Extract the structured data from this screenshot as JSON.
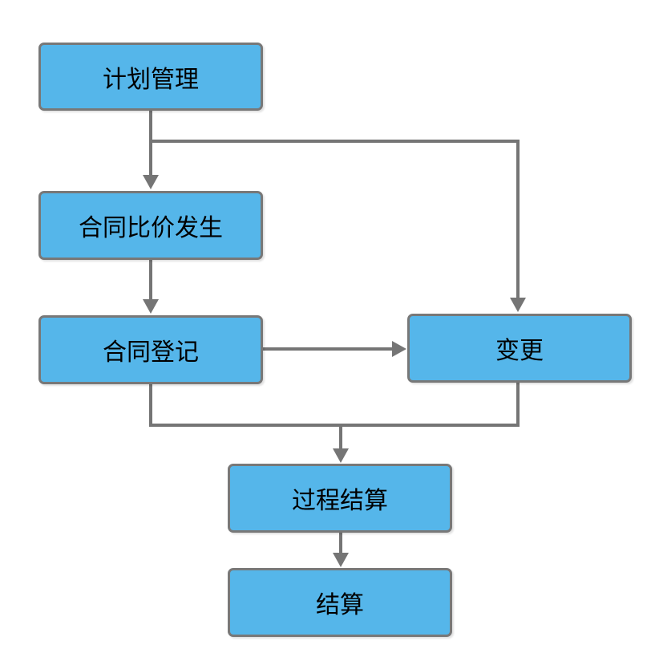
{
  "diagram": {
    "type": "flowchart",
    "background": "#ffffff",
    "colors": {
      "node_fill": "#55B6EA",
      "node_border": "#787878",
      "connector": "#757575",
      "text": "#000000"
    },
    "nodes": {
      "plan_management": {
        "label": "计划管理"
      },
      "contract_price_comparison": {
        "label": "合同比价发生"
      },
      "contract_registration": {
        "label": "合同登记"
      },
      "change": {
        "label": "变更"
      },
      "process_settlement": {
        "label": "过程结算"
      },
      "settlement": {
        "label": "结算"
      }
    },
    "edges": [
      {
        "from": "plan_management",
        "to": "contract_price_comparison",
        "style": "arrow-down"
      },
      {
        "from": "plan_management",
        "to": "change",
        "style": "arrow-right-then-down"
      },
      {
        "from": "contract_price_comparison",
        "to": "contract_registration",
        "style": "arrow-down"
      },
      {
        "from": "contract_registration",
        "to": "change",
        "style": "arrow-right"
      },
      {
        "from": "contract_registration",
        "to": "process_settlement",
        "style": "bus-then-arrow-down"
      },
      {
        "from": "change",
        "to": "process_settlement",
        "style": "bus-then-arrow-down"
      },
      {
        "from": "process_settlement",
        "to": "settlement",
        "style": "arrow-down"
      }
    ]
  }
}
